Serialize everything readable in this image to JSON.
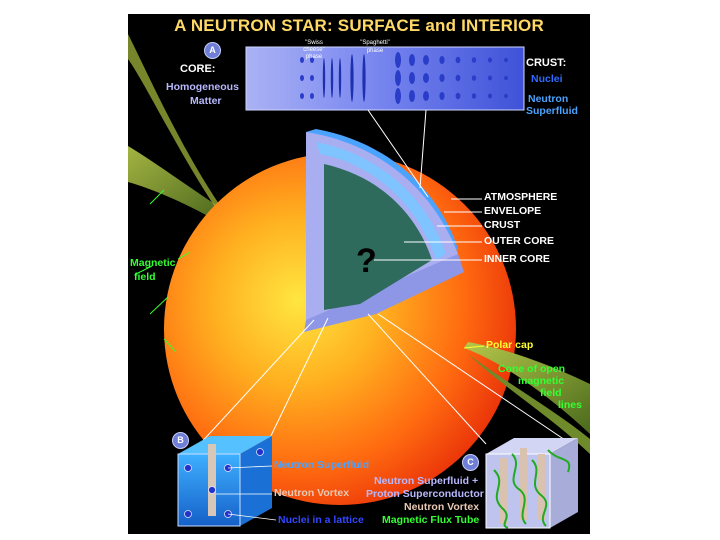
{
  "title": "A NEUTRON STAR:  SURFACE and INTERIOR",
  "panel_a": {
    "badge": "A",
    "core_label": "CORE:",
    "core_sub1": "Homogeneous",
    "core_sub2": "Matter",
    "swiss1": "\"Swiss",
    "swiss2": "cheese\"",
    "swiss3": "phase",
    "spag1": "\"Spaghetti\"",
    "spag2": "phase",
    "crust_label": "CRUST:",
    "crust_sub1": "Nuclei",
    "crust_sub2": "Neutron",
    "crust_sub3": "Superfluid"
  },
  "layers": {
    "atmosphere": "ATMOSPHERE",
    "envelope": "ENVELOPE",
    "crust": "CRUST",
    "outer_core": "OUTER CORE",
    "inner_core": "INNER CORE",
    "unknown": "?"
  },
  "magnetic_field": {
    "line1": "Magnetic",
    "line2": "field"
  },
  "polar_cap": "Polar cap",
  "cone": {
    "line1": "Cone of open",
    "line2": "magnetic",
    "line3": "field",
    "line4": "lines"
  },
  "panel_b": {
    "badge": "B",
    "superfluid": "Neutron Superfluid",
    "vortex": "Neutron Vortex",
    "nuclei": "Nuclei in a lattice"
  },
  "panel_c": {
    "badge": "C",
    "superfluid": "Neutron Superfluid  +",
    "superconductor": "Proton Superconductor",
    "vortex": "Neutron Vortex",
    "flux_tube": "Magnetic Flux Tube"
  },
  "colors": {
    "background": "#000000",
    "title": "#ffd966",
    "crust_blue": "#4aa3ff",
    "outer_core": "#a9aef0",
    "inner_core": "#2e6b5c",
    "field_green": "#33ff33",
    "cone": "#8aa531"
  }
}
